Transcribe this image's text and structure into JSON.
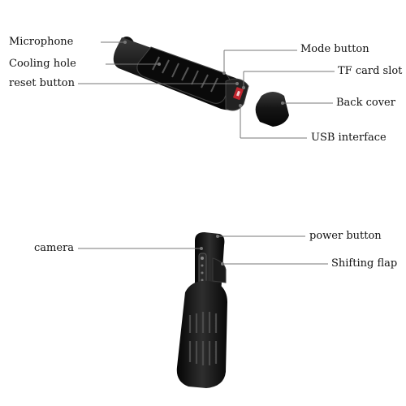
{
  "labels": {
    "microphone": "Microphone",
    "cooling_hole": "Cooling hole",
    "reset_button": "reset button",
    "mode_button": "Mode button",
    "tf_card_slot": "TF card slot",
    "back_cover": "Back cover",
    "usb_interface": "USB interface",
    "camera": "camera",
    "power_button": "power button",
    "shifting_flap": "Shifting flap"
  },
  "colors": {
    "body": "#1a1a1a",
    "body_dark": "#0c0c0c",
    "highlight": "#3a3a3a",
    "leader": "#777777",
    "text": "#111111",
    "red_accent": "#c0262f"
  }
}
